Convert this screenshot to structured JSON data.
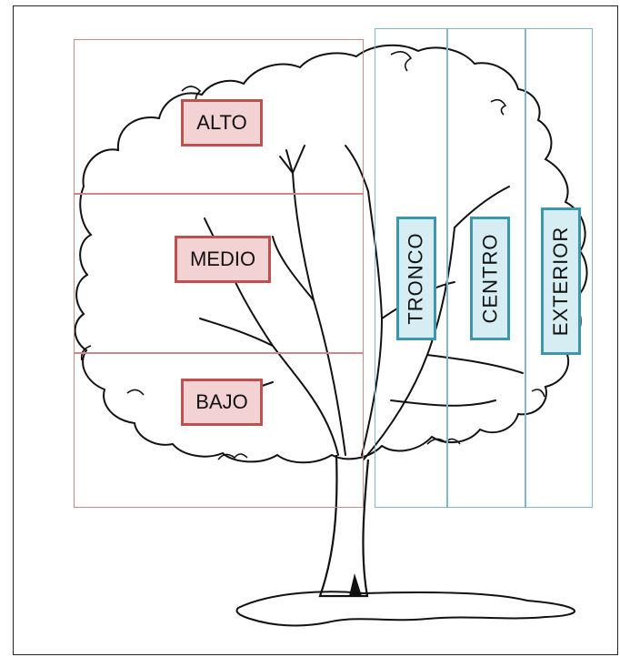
{
  "vertical_levels": [
    {
      "id": "alto",
      "label": "ALTO"
    },
    {
      "id": "medio",
      "label": "MEDIO"
    },
    {
      "id": "bajo",
      "label": "BAJO"
    }
  ],
  "horizontal_zones": [
    {
      "id": "tronco",
      "label": "TRONCO"
    },
    {
      "id": "centro",
      "label": "CENTRO"
    },
    {
      "id": "exterior",
      "label": "EXTERIOR"
    }
  ],
  "colors": {
    "vertical_box_border": "#c0504d",
    "vertical_box_fill": "#f2d2d2",
    "horizontal_box_border": "#3b97ad",
    "horizontal_box_fill": "#d6edf4",
    "drawing": "#111111"
  }
}
